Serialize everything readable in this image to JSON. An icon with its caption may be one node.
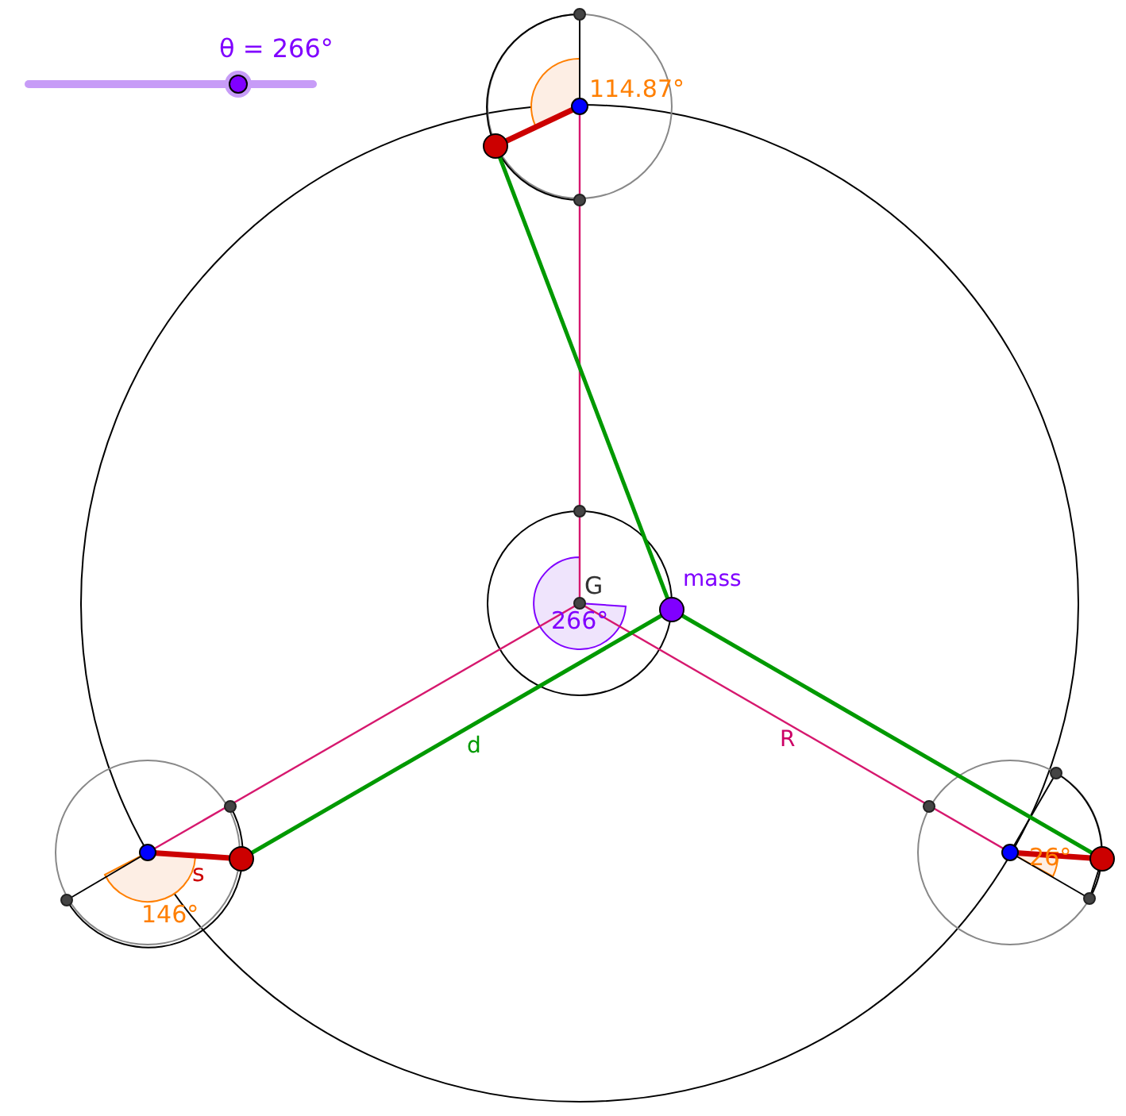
{
  "diagram": {
    "labels": [
      "θ = 266°",
      "114.87°",
      "G",
      "266°",
      "mass",
      "d",
      "R",
      "s",
      "146°",
      "26°"
    ]
  }
}
